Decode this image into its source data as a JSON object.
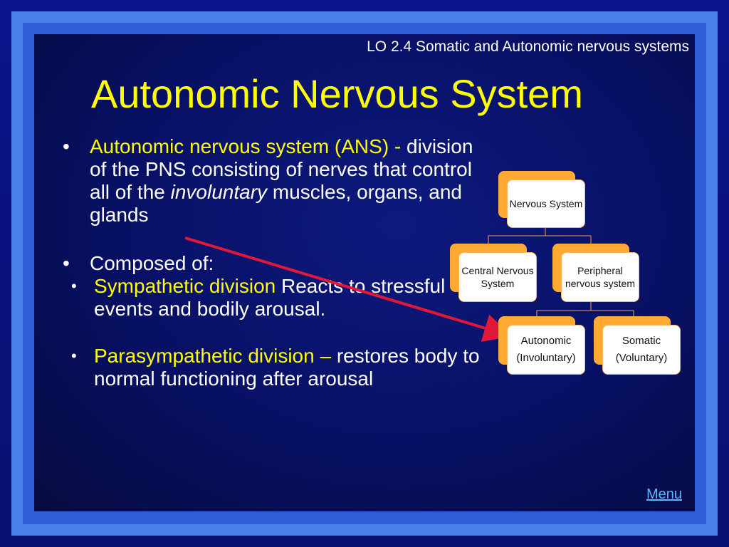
{
  "slide": {
    "header_ref": "LO 2.4 Somatic and Autonomic nervous systems",
    "title": "Autonomic Nervous System",
    "bullets": [
      {
        "highlight": "Autonomic nervous system (ANS) -",
        "text_before": "division of the PNS consisting of nerves that control all of the",
        "emphasis": "involuntary",
        "text_after": "muscles, organs, and glands"
      },
      {
        "text": "Composed of:"
      }
    ],
    "sub_bullets": [
      {
        "highlight": "Sympathetic division",
        "text": "Reacts to stressful events and bodily arousal."
      },
      {
        "highlight": "Parasympathetic division –",
        "text": "restores body to normal functioning after arousal"
      }
    ],
    "menu_link": "Menu"
  },
  "org_chart": {
    "root": "Nervous System",
    "level2": [
      "Central Nervous System",
      "Peripheral nervous system"
    ],
    "level3": [
      {
        "line1": "Autonomic",
        "line2": "(Involuntary)"
      },
      {
        "line1": "Somatic",
        "line2": "(Voluntary)"
      }
    ]
  },
  "colors": {
    "title": "#ffff00",
    "highlight": "#ffff00",
    "body_text": "#ffffff",
    "arrow": "#e0193a",
    "org_box_accent": "#ffaa33",
    "link": "#5ab7ff"
  }
}
